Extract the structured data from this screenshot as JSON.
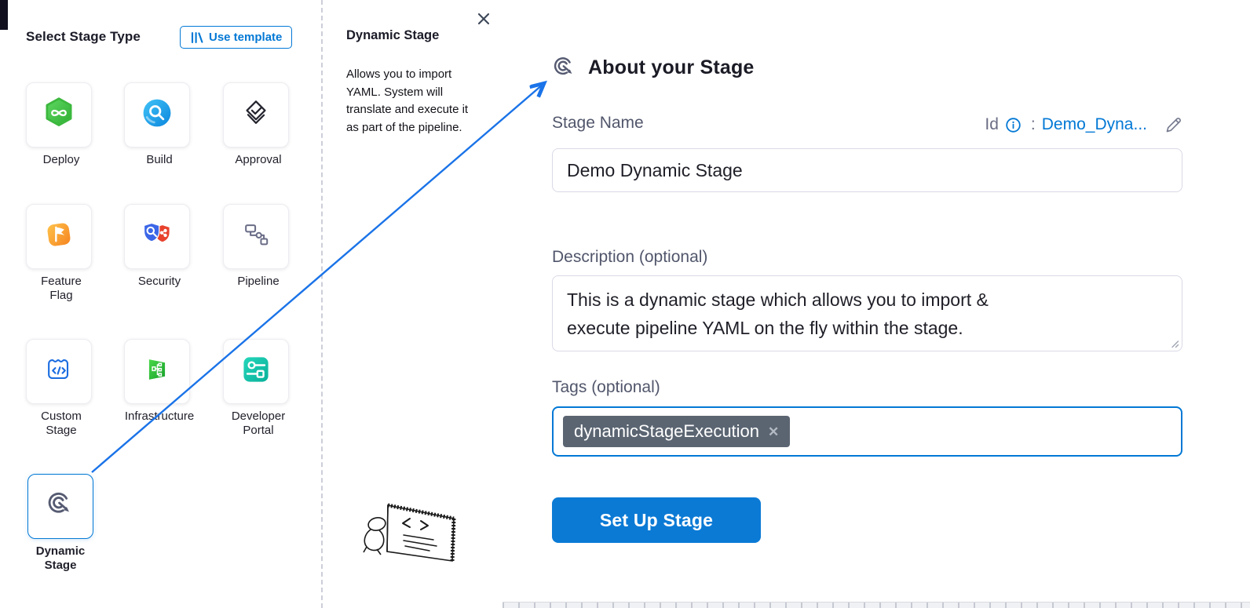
{
  "left_panel": {
    "title": "Select Stage Type",
    "use_template_button": "Use template",
    "stages": [
      {
        "label": "Deploy",
        "icon": "deploy-icon"
      },
      {
        "label": "Build",
        "icon": "build-icon"
      },
      {
        "label": "Approval",
        "icon": "approval-icon"
      },
      {
        "label": "Feature\nFlag",
        "icon": "feature-flag-icon"
      },
      {
        "label": "Security",
        "icon": "security-icon"
      },
      {
        "label": "Pipeline",
        "icon": "pipeline-icon"
      },
      {
        "label": "Custom\nStage",
        "icon": "custom-stage-icon"
      },
      {
        "label": "Infrastructure",
        "icon": "infrastructure-icon"
      },
      {
        "label": "Developer\nPortal",
        "icon": "developer-portal-icon"
      },
      {
        "label": "Dynamic\nStage",
        "icon": "dynamic-stage-icon",
        "selected": true
      }
    ]
  },
  "help_panel": {
    "title": "Dynamic Stage",
    "description": "Allows you to import YAML. System will translate and execute it as part of the pipeline.",
    "close_icon": "close-icon"
  },
  "about_panel": {
    "heading": "About your Stage",
    "stage_name_label": "Stage Name",
    "id_label": "Id",
    "id_separator": ":",
    "id_value": "Demo_Dyna...",
    "stage_name_value": "Demo Dynamic Stage",
    "description_label": "Description (optional)",
    "description_value": "This is a dynamic stage which allows you to import &\nexecute pipeline YAML on the fly within the stage.",
    "tags_label": "Tags (optional)",
    "tags": [
      {
        "label": "dynamicStageExecution"
      }
    ],
    "setup_button": "Set Up Stage"
  },
  "colors": {
    "accent_blue": "#0278d5",
    "arrow_blue": "#1a73e8",
    "tag_chip": "#5b6572",
    "label_gray": "#51566b",
    "heading_dark": "#1b1b26"
  }
}
